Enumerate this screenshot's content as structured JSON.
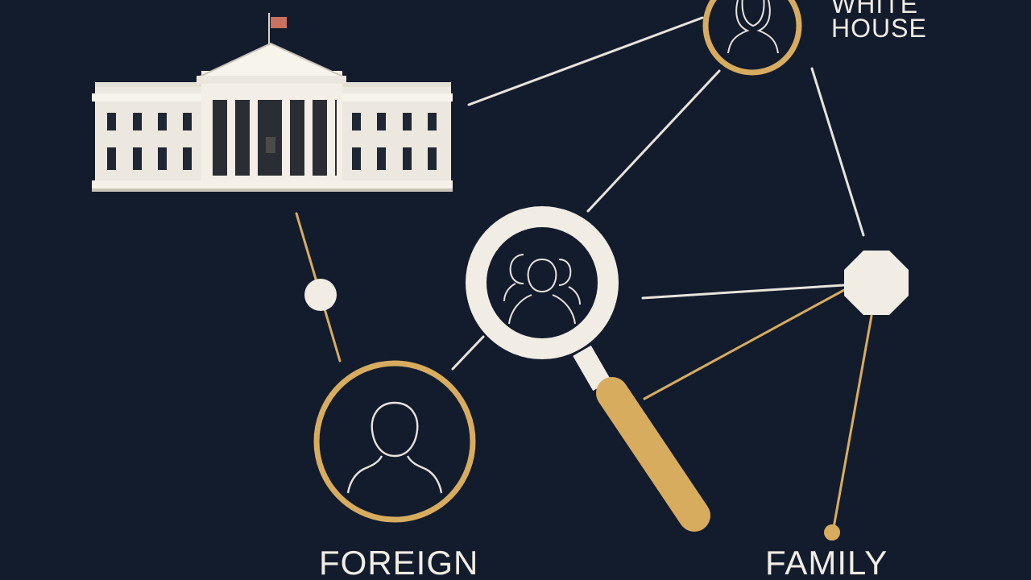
{
  "labels": {
    "white_house_line1": "WHITE",
    "white_house_line2": "HOUSE",
    "foreign": "FOREIGN",
    "family": "FAMILY"
  },
  "icons": {
    "building": "white-house-building-icon",
    "magnifier": "magnifying-glass-icon",
    "person": "person-silhouette-icon",
    "group": "group-silhouette-icon",
    "flag": "flag-icon"
  },
  "colors": {
    "background": "#131c2d",
    "ivory": "#f1ede4",
    "gold": "#d8ac5f",
    "line": "#e8e4db"
  }
}
